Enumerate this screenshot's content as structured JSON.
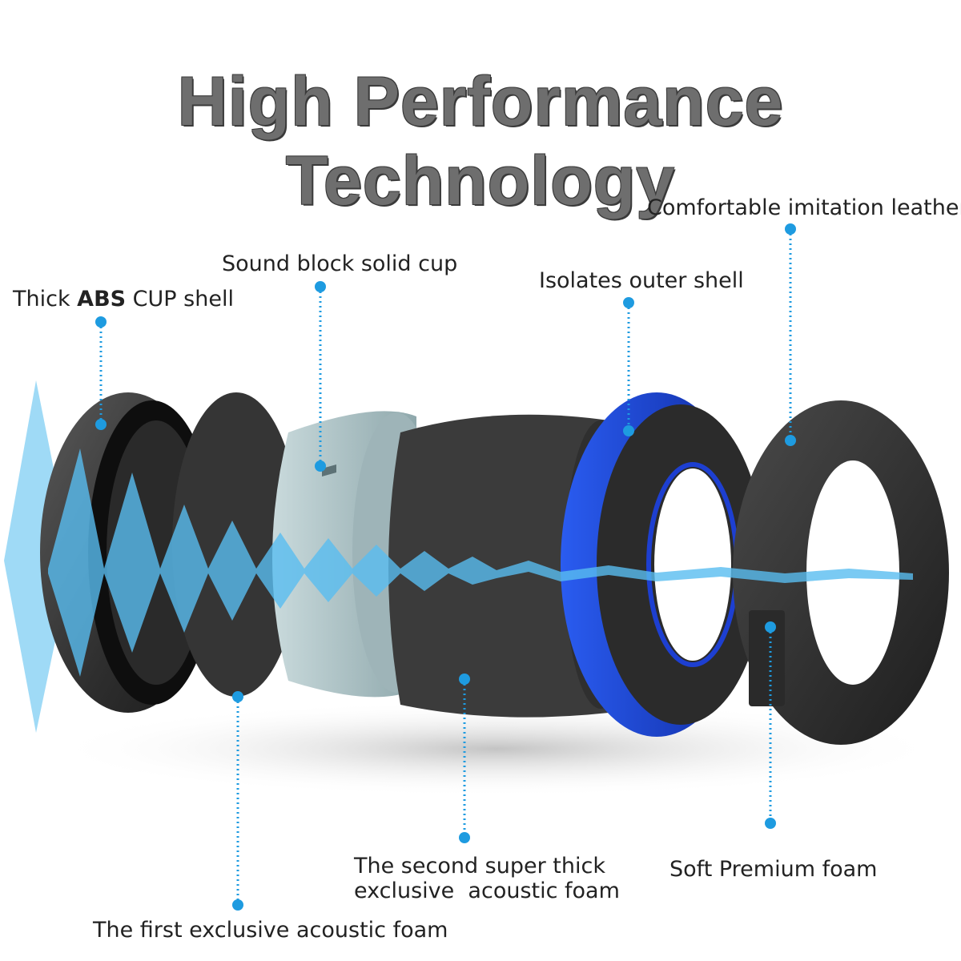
{
  "title": "High Performance Technology",
  "labels": {
    "abs_prefix": "Thick ",
    "abs_bold": "ABS",
    "abs_suffix": " CUP shell",
    "sound_block": "Sound block solid cup",
    "isolates": "Isolates outer shell",
    "leather": "Comfortable imitation leather",
    "second_foam_line1": "The second super thick",
    "second_foam_line2": "exclusive  acoustic foam",
    "soft_foam": "Soft Premium foam",
    "first_foam": "The first exclusive acoustic foam"
  },
  "colors": {
    "accent": "#1e9be0",
    "wave": "#4fb6ea",
    "blue_ring": "#1d3fd1",
    "foam": "#3a3a3a",
    "cup": "#a9c2c6"
  }
}
